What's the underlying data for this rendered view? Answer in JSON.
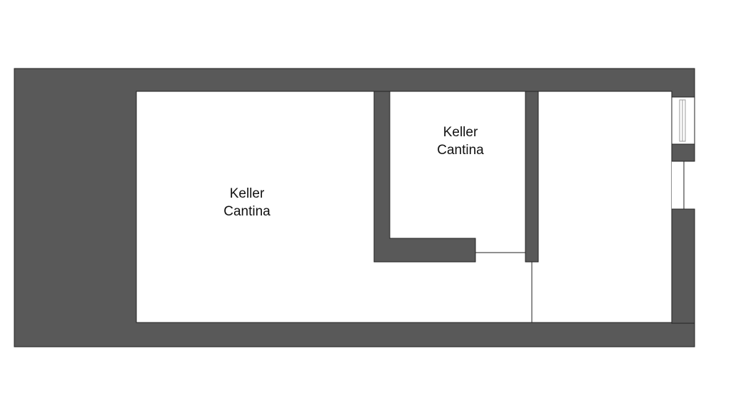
{
  "colors": {
    "wall": "#595959",
    "background": "#ffffff",
    "line": "#222222"
  },
  "rooms": [
    {
      "name": "large-room",
      "line1": "Keller",
      "line2": "Cantina"
    },
    {
      "name": "small-room",
      "line1": "Keller",
      "line2": "Cantina"
    }
  ]
}
